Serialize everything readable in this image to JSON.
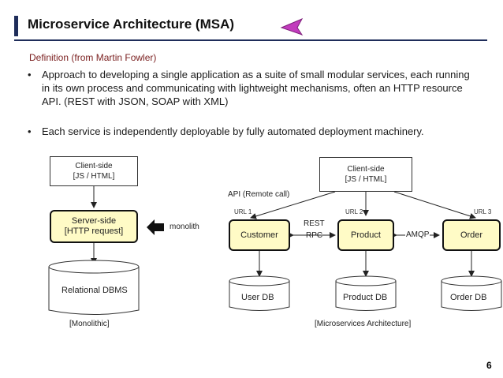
{
  "header": {
    "title": "Microservice Architecture (MSA)"
  },
  "definition": {
    "label": "Definition (from Martin Fowler)",
    "bullet_char": "•",
    "bullet1": "Approach to developing a single application as a suite of small modular services, each running in its own process and communicating with lightweight mechanisms, often an HTTP resource API. (REST with JSON, SOAP with XML)",
    "bullet2": "Each service is independently deployable by fully automated deployment machinery."
  },
  "monolithic": {
    "client": "Client-side\n[JS / HTML]",
    "server": "Server-side\n[HTTP request]",
    "monolith_label": "monolith",
    "database": "Relational DBMS",
    "caption": "[Monolithic]"
  },
  "microservices": {
    "client": "Client-side\n[JS / HTML]",
    "api_label": "API (Remote call)",
    "url1": "URL 1",
    "url2": "URL 2",
    "url3": "URL 3",
    "services": [
      "Customer",
      "Product",
      "Order"
    ],
    "rest": "REST",
    "rpc": "RPC",
    "amqp": "AMQP",
    "databases": [
      "User DB",
      "Product DB",
      "Order DB"
    ],
    "caption": "[Microservices Architecture]"
  },
  "colors": {
    "title_bar": "#1f2d5a",
    "service_fill": "#fffbc6",
    "definition_text": "#7a1f1f",
    "pointer_icon": "#c23bbd"
  },
  "page_number": "6"
}
